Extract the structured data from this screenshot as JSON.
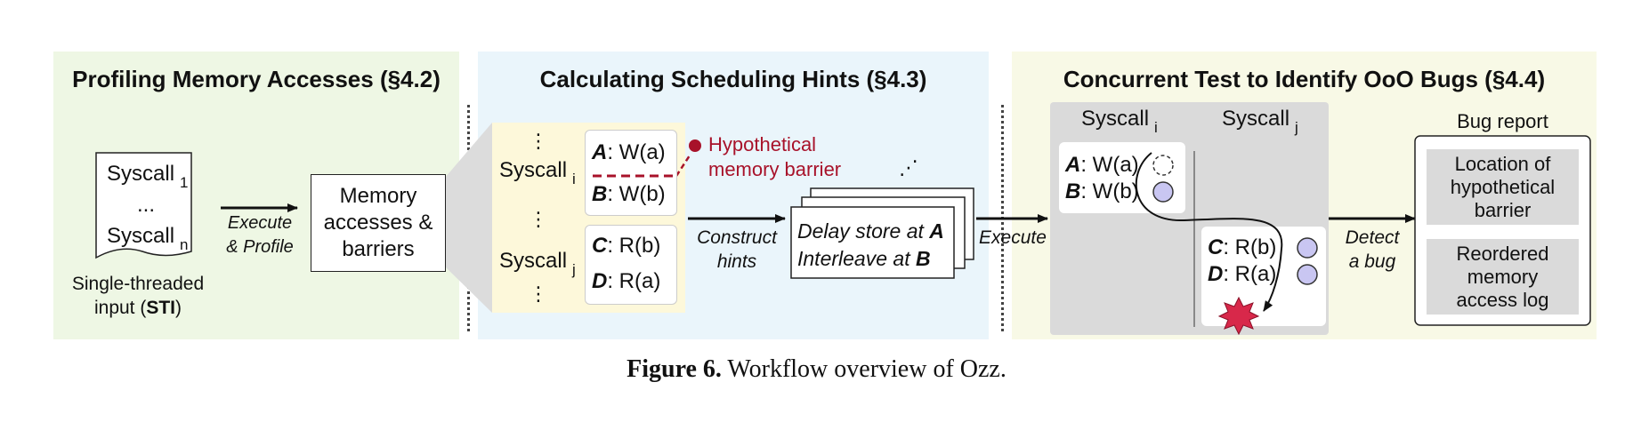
{
  "panels": {
    "profiling": {
      "title": "Profiling Memory Accesses  (§4.2)"
    },
    "hints": {
      "title": "Calculating Scheduling Hints (§4.3)"
    },
    "concurrent": {
      "title": "Concurrent Test to Identify OoO Bugs (§4.4)"
    }
  },
  "sti": {
    "syscall1": "Syscall",
    "sub1": "1",
    "dots": "...",
    "syscalln": "Syscall",
    "subn": "n",
    "label_line1": "Single-threaded",
    "label_line2_pre": "input (",
    "label_line2_bold": "STI",
    "label_line2_post": ")"
  },
  "arrows": {
    "execute_profile_1": "Execute",
    "execute_profile_2": "& Profile",
    "construct_1": "Construct",
    "construct_2": "hints",
    "execute": "Execute",
    "detect_1": "Detect",
    "detect_2": "a bug"
  },
  "memory_box": {
    "line1": "Memory",
    "line2": "accesses &",
    "line3": "barriers"
  },
  "zoom": {
    "vdots": "⋮",
    "syscall_i": "Syscall",
    "sub_i": "i",
    "syscall_j": "Syscall",
    "sub_j": "j",
    "A_key": "A",
    "A_op": ": W(a)",
    "B_key": "B",
    "B_op": ": W(b)",
    "C_key": "C",
    "C_op": ": R(b)",
    "D_key": "D",
    "D_op": ": R(a)"
  },
  "barrier_label": {
    "line1": "Hypothetical",
    "line2": "memory barrier"
  },
  "hint_card": {
    "line1_pre": "Delay store at ",
    "line1_key": "A",
    "line2_pre": "Interleave at ",
    "line2_key": "B"
  },
  "test": {
    "syscall_i": "Syscall",
    "sub_i": "i",
    "syscall_j": "Syscall",
    "sub_j": "j",
    "A_key": "A",
    "A_op": ": W(a)",
    "B_key": "B",
    "B_op": ": W(b)",
    "C_key": "C",
    "C_op": ": R(b)",
    "D_key": "D",
    "D_op": ": R(a)"
  },
  "bug_report": {
    "title": "Bug report",
    "item1": [
      "Location of",
      "hypothetical",
      "barrier"
    ],
    "item2": [
      "Reordered",
      "memory",
      "access log"
    ]
  },
  "caption": {
    "figure": "Figure 6.",
    "text": " Workflow overview of Ozz."
  },
  "colors": {
    "panel1": "#eef7e4",
    "panel2": "#eaf5fb",
    "panel3": "#f8f9e6",
    "zoom_bg": "#fdf8da",
    "barrier_red": "#a8122a",
    "circle_fill": "#c9c6f2",
    "grey_box": "#dadada",
    "explosion": "#d8284a"
  }
}
